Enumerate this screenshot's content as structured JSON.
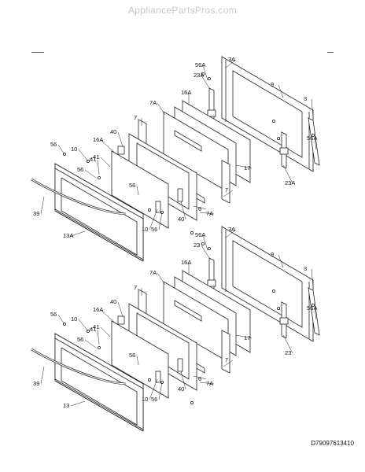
{
  "watermark": "AppliancePartsPros.com",
  "diagram_code": "D79097613410",
  "callouts": {
    "upper": [
      "3A",
      "56A",
      "23A",
      "9",
      "17",
      "16A",
      "7A",
      "7",
      "40",
      "16A",
      "10",
      "56",
      "41",
      "56",
      "56",
      "39",
      "13A",
      "10",
      "56",
      "41",
      "40",
      "6",
      "7A",
      "7",
      "23A",
      "56A",
      "3"
    ],
    "lower": [
      "3A",
      "56A",
      "23",
      "9",
      "17",
      "16A",
      "7A",
      "7",
      "40",
      "16A",
      "10",
      "56",
      "41",
      "56",
      "56",
      "39",
      "13",
      "10",
      "56",
      "41",
      "40",
      "6",
      "7A",
      "7",
      "23",
      "56A",
      "3"
    ]
  }
}
